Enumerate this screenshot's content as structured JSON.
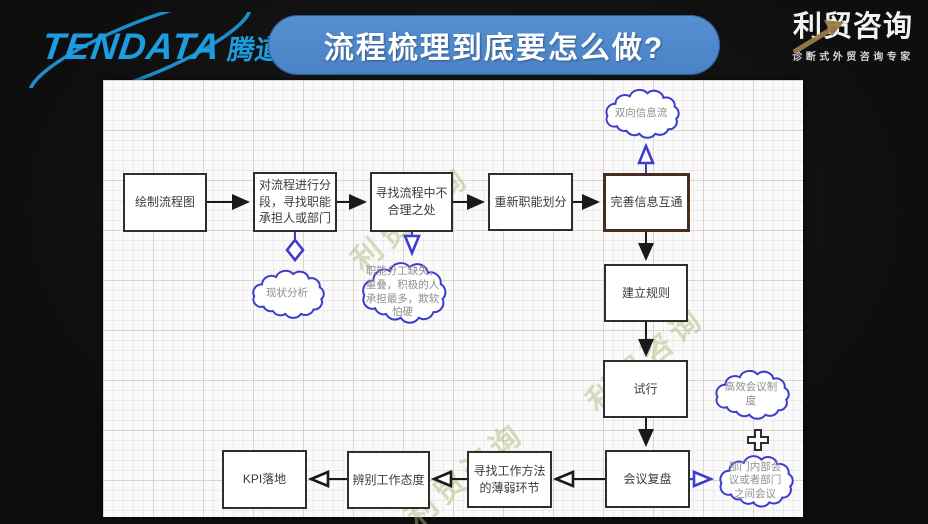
{
  "header": {
    "tendata": {
      "wordmark": "TENDATA",
      "cjk": "腾道"
    },
    "title": "流程梳理到底要怎么做?",
    "limao": {
      "name": "利贸咨询",
      "tagline": "诊断式外贸咨询专家"
    }
  },
  "canvas": {
    "watermark": "利贸咨询",
    "boxes": [
      {
        "id": "draw-flowchart",
        "label": "绘制流程图"
      },
      {
        "id": "segment-process",
        "label": "对流程进行分段，寻找职能承担人或部门"
      },
      {
        "id": "find-unreasonable",
        "label": "寻找流程中不合理之处"
      },
      {
        "id": "redivide-functions",
        "label": "重新职能划分"
      },
      {
        "id": "improve-info-flow",
        "label": "完善信息互通"
      },
      {
        "id": "establish-rules",
        "label": "建立规则"
      },
      {
        "id": "trial-run",
        "label": "试行"
      },
      {
        "id": "meeting-review",
        "label": "会议复盘"
      },
      {
        "id": "find-weak-methods",
        "label": "寻找工作方法的薄弱环节"
      },
      {
        "id": "identify-attitude",
        "label": "辨别工作态度"
      },
      {
        "id": "kpi-landing",
        "label": "KPI落地"
      }
    ],
    "clouds": [
      {
        "id": "bidirectional-info",
        "label": "双向信息流"
      },
      {
        "id": "status-analysis",
        "label": "现状分析"
      },
      {
        "id": "function-gaps",
        "label": "职能分工缺失，重叠，积极的人承担最多，欺软怕硬"
      },
      {
        "id": "efficient-meetings",
        "label": "高效会议制度"
      },
      {
        "id": "dept-meetings",
        "label": "部门内部会议或者部门之间会议"
      }
    ],
    "plus_sign": "+"
  },
  "colors": {
    "banner_blue": "#4d87cb",
    "tendata_blue": "#1d9ce0",
    "cloud_blue": "#3c3ccd",
    "logo_gold": "#9a7b45",
    "highlight_box_border": "#4a2c20"
  }
}
